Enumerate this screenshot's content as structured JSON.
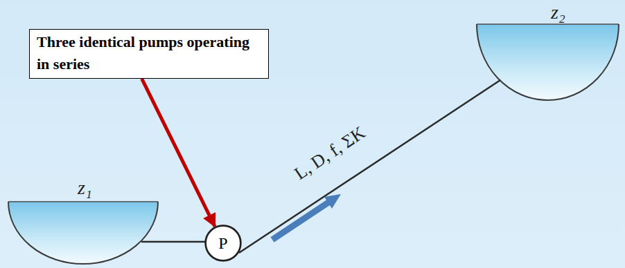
{
  "diagram": {
    "nodes": [
      {
        "text": [
          "Three identical pumps operating in series"
        ]
      },
      {
        "text": [
          "P"
        ]
      }
    ],
    "edges": [
      {
        "from": 0,
        "to": 1,
        "arrow": "to"
      }
    ],
    "labels": [
      "z₁",
      "z₂",
      "L, D, f, ΣK"
    ]
  }
}
